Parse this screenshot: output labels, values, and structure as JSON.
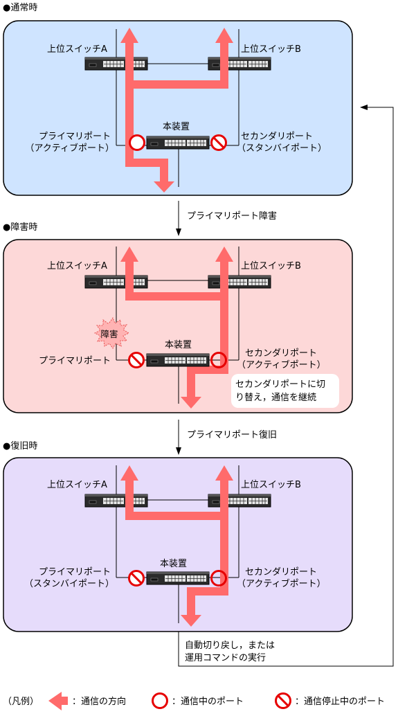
{
  "sections": [
    {
      "heading": "●通常時",
      "colors": {
        "fill": "#cfe4ff"
      },
      "switch_a_label": "上位スイッチA",
      "switch_b_label": "上位スイッチB",
      "device_label": "本装置",
      "left_port_lines": [
        "プライマリポート",
        "（アクティブポート）"
      ],
      "right_port_lines": [
        "セカンダリポート",
        "（スタンバイポート）"
      ]
    },
    {
      "heading": "●障害時",
      "colors": {
        "fill": "#fdd8d8"
      },
      "switch_a_label": "上位スイッチA",
      "switch_b_label": "上位スイッチB",
      "device_label": "本装置",
      "left_port_lines": [
        "プライマリポート"
      ],
      "right_port_lines": [
        "セカンダリポート",
        "（アクティブポート）"
      ],
      "fault_badge": "障害",
      "note_lines": [
        "セカンダリポートに切",
        "り替え，通信を継続"
      ]
    },
    {
      "heading": "●復旧時",
      "colors": {
        "fill": "#e6dcfb"
      },
      "switch_a_label": "上位スイッチA",
      "switch_b_label": "上位スイッチB",
      "device_label": "本装置",
      "left_port_lines": [
        "プライマリポート",
        "（スタンバイポート）"
      ],
      "right_port_lines": [
        "セカンダリポート",
        "（アクティブポート）"
      ]
    }
  ],
  "transitions": [
    "プライマリポート障害",
    "プライマリポート復旧"
  ],
  "return_note": [
    "自動切り戻し，または",
    "運用コマンドの実行"
  ],
  "legend": {
    "title": "（凡例）",
    "arrow": "：通信の方向",
    "active": "：通信中のポート",
    "blocked": "：通信停止中のポート"
  },
  "colors": {
    "arrow": "#ff6b6b",
    "port_ring": "#e60000",
    "fault_burst": "#ffb3b3"
  }
}
